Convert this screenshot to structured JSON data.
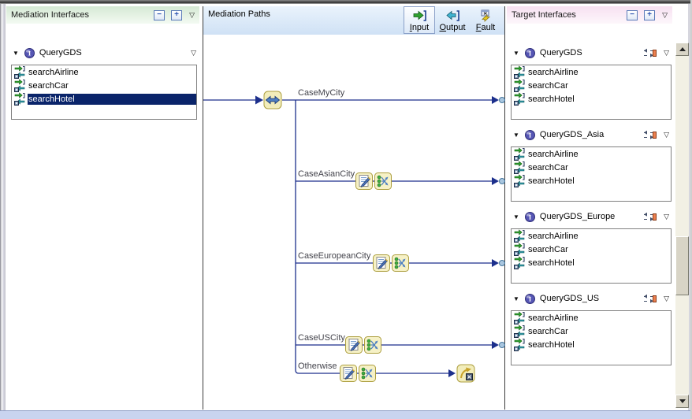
{
  "panels": {
    "mediation_interfaces": {
      "title": "Mediation Interfaces",
      "interface": {
        "name": "QueryGDS",
        "operations": [
          {
            "label": "searchAirline",
            "selected": false
          },
          {
            "label": "searchCar",
            "selected": false
          },
          {
            "label": "searchHotel",
            "selected": true
          }
        ]
      }
    },
    "mediation_paths": {
      "title": "Mediation Paths",
      "buttons": [
        {
          "label": "Input",
          "icon": "input-icon",
          "selected": true
        },
        {
          "label": "Output",
          "icon": "output-icon",
          "selected": false
        },
        {
          "label": "Fault",
          "icon": "fault-icon",
          "selected": false
        }
      ],
      "branches": [
        {
          "label": "CaseMyCity",
          "has_primitives": false
        },
        {
          "label": "CaseAsianCity",
          "has_primitives": true
        },
        {
          "label": "CaseEuropeanCity",
          "has_primitives": true
        },
        {
          "label": "CaseUSCity",
          "has_primitives": true
        },
        {
          "label": "Otherwise",
          "has_primitives": true
        }
      ]
    },
    "target_interfaces": {
      "title": "Target Interfaces",
      "interfaces": [
        {
          "name": "QueryGDS",
          "operations": [
            "searchAirline",
            "searchCar",
            "searchHotel"
          ]
        },
        {
          "name": "QueryGDS_Asia",
          "operations": [
            "searchAirline",
            "searchCar",
            "searchHotel"
          ]
        },
        {
          "name": "QueryGDS_Europe",
          "operations": [
            "searchAirline",
            "searchCar",
            "searchHotel"
          ]
        },
        {
          "name": "QueryGDS_US",
          "operations": [
            "searchAirline",
            "searchCar",
            "searchHotel"
          ]
        }
      ]
    }
  },
  "icons": {
    "collapse": "▼",
    "menu_triangle": "▽",
    "minus": "−",
    "plus": "+"
  },
  "colors": {
    "selection": "#0a246a",
    "flow_line": "#1c2f8c",
    "node_fill": "#f2edbb",
    "node_border": "#ac9e3e",
    "left_header_accent": "#d5e9d4",
    "middle_header_accent": "#cfe1f5",
    "right_header_accent": "#f7e0f1",
    "connector_dot": "#a9c6df"
  }
}
